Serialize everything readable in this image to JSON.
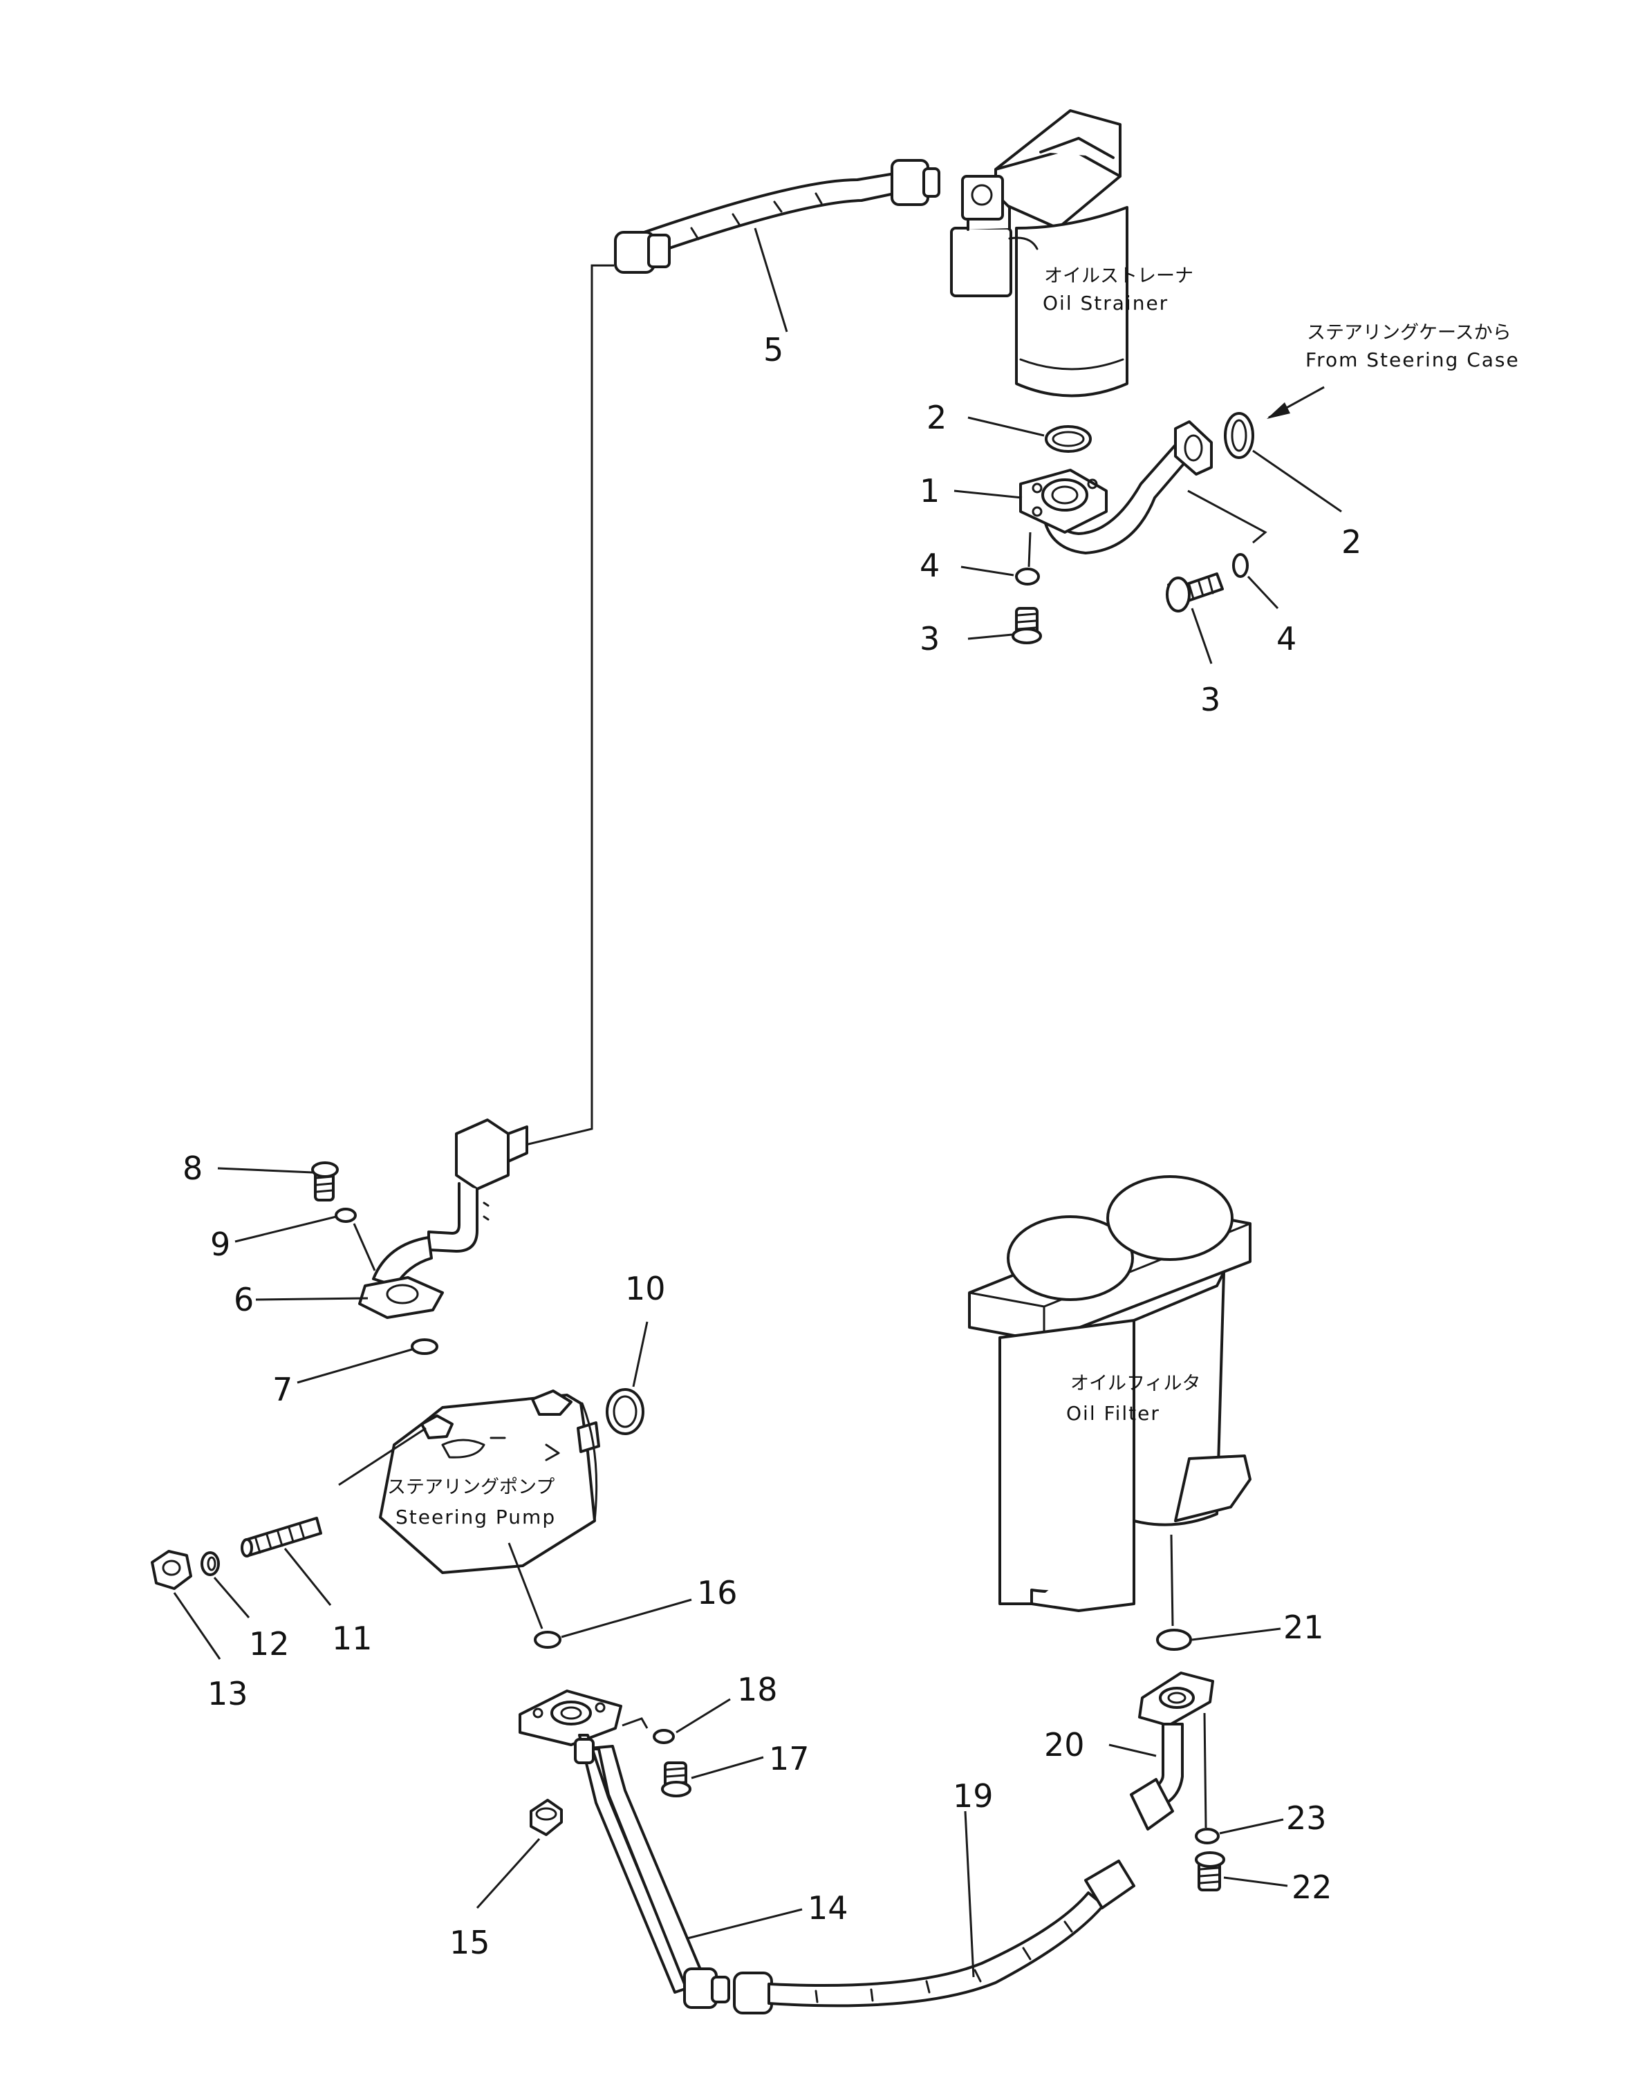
{
  "labels": {
    "oil_strainer_jp": "オイルストレーナ",
    "oil_strainer_en": "Oil Strainer",
    "steering_case_jp": "ステアリングケースから",
    "steering_case_en": "From Steering Case",
    "steering_pump_jp": "ステアリングポンプ",
    "steering_pump_en": "Steering Pump",
    "oil_filter_jp": "オイルフィルタ",
    "oil_filter_en": "Oil Filter"
  },
  "callouts": {
    "c1": "1",
    "c2a": "2",
    "c2b": "2",
    "c3a": "3",
    "c3b": "3",
    "c4a": "4",
    "c4b": "4",
    "c5": "5",
    "c6": "6",
    "c7": "7",
    "c8": "8",
    "c9": "9",
    "c10": "10",
    "c11": "11",
    "c12": "12",
    "c13": "13",
    "c14": "14",
    "c15": "15",
    "c16": "16",
    "c17": "17",
    "c18": "18",
    "c19": "19",
    "c20": "20",
    "c21": "21",
    "c22": "22",
    "c23": "23"
  }
}
